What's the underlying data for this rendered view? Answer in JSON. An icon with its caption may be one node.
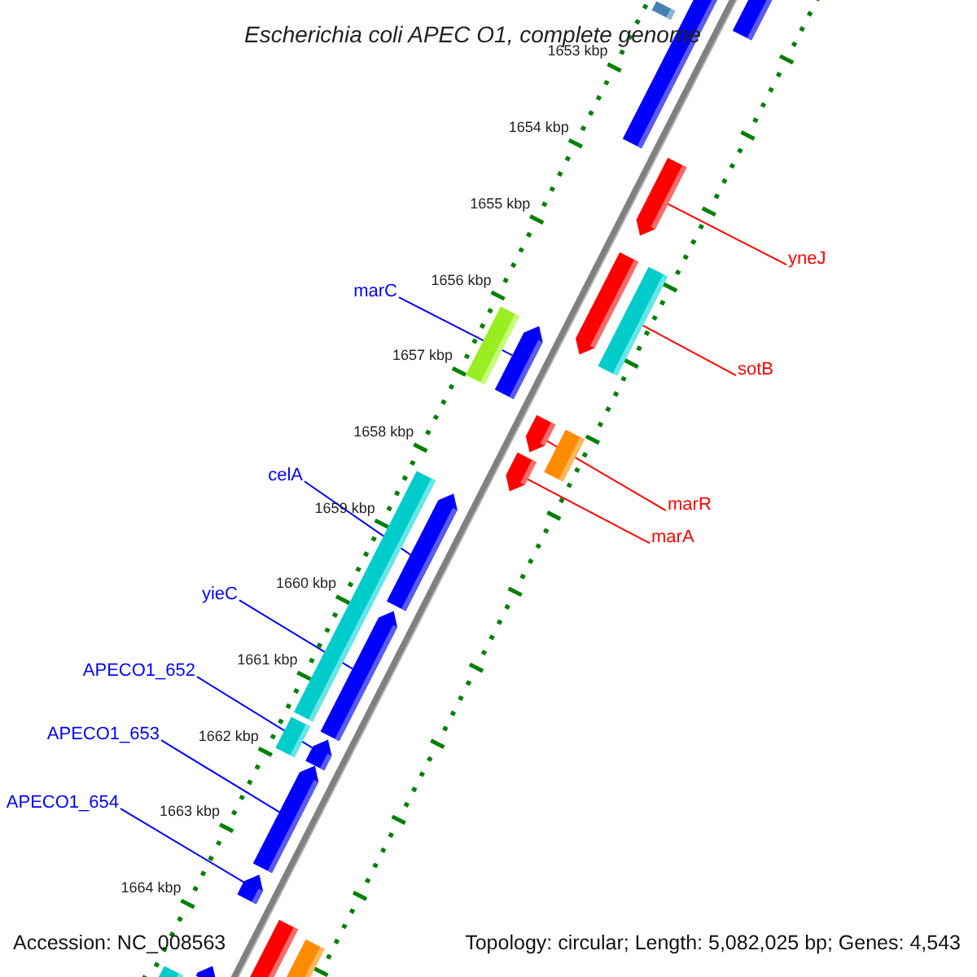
{
  "diagram": {
    "title": "Escherichia coli APEC O1, complete genome",
    "nodes": [
      {
        "text": [
          "yneJ"
        ]
      },
      {
        "text": [
          "marC"
        ]
      },
      {
        "text": [
          "sotB"
        ]
      },
      {
        "text": [
          "celA"
        ]
      },
      {
        "text": [
          "marR"
        ]
      },
      {
        "text": [
          "marA"
        ]
      },
      {
        "text": [
          "yieC"
        ]
      },
      {
        "text": [
          "APECO1_652"
        ]
      },
      {
        "text": [
          "APECO1_653"
        ]
      },
      {
        "text": [
          "APECO1_654"
        ]
      },
      {
        "text": [],
        "shape": "bar"
      },
      {
        "text": [],
        "shape": "bar"
      },
      {
        "text": [],
        "shape": "bar"
      },
      {
        "text": [],
        "shape": "bar"
      },
      {
        "text": [],
        "shape": "bar"
      },
      {
        "text": [],
        "shape": "bar"
      },
      {
        "text": [],
        "shape": "bar"
      },
      {
        "text": [],
        "shape": "bar"
      },
      {
        "text": [],
        "shape": "bar"
      },
      {
        "text": [],
        "shape": "bar"
      },
      {
        "text": [],
        "shape": "bar"
      },
      {
        "text": [],
        "shape": "bar"
      },
      {
        "text": [],
        "shape": "bar"
      },
      {
        "text": [],
        "shape": "bar"
      },
      {
        "text": [],
        "shape": "bar"
      },
      {
        "text": [],
        "shape": "bar"
      },
      {
        "text": [],
        "shape": "bar"
      },
      {
        "text": [],
        "shape": "bar"
      },
      {
        "text": [],
        "shape": "bar"
      },
      {
        "text": [],
        "shape": "bar"
      },
      {
        "text": [],
        "shape": "bar"
      },
      {
        "text": [],
        "shape": "bar"
      },
      {
        "text": [],
        "shape": "bar"
      },
      {
        "text": [],
        "shape": "bar"
      },
      {
        "text": [],
        "shape": "bar"
      }
    ],
    "edges": [
      {
        "from": 0,
        "to": 10,
        "arrow": "none",
        "color": "#ff0000"
      },
      {
        "from": 1,
        "to": 11,
        "arrow": "none"
      },
      {
        "from": 2,
        "to": 12,
        "arrow": "none",
        "color": "#ff0000"
      },
      {
        "from": 3,
        "to": 13,
        "arrow": "none"
      },
      {
        "from": 4,
        "to": 14,
        "arrow": "none",
        "color": "#ff0000"
      },
      {
        "from": 5,
        "to": 15,
        "arrow": "none",
        "color": "#ff0000"
      },
      {
        "from": 6,
        "to": 16,
        "arrow": "none"
      },
      {
        "from": 7,
        "to": 17,
        "arrow": "none"
      },
      {
        "from": 8,
        "to": 18,
        "arrow": "none"
      },
      {
        "from": 9,
        "to": 19,
        "arrow": "none"
      }
    ],
    "labels": [
      "1653 kbp",
      "1654 kbp",
      "1655 kbp",
      "1656 kbp",
      "1657 kbp",
      "1658 kbp",
      "1659 kbp",
      "1660 kbp",
      "1661 kbp",
      "1662 kbp",
      "1663 kbp",
      "1664 kbp",
      "Accession: NC_008563",
      "Topology: circular; Length: 5,082,025 bp; Genes: 4,543"
    ]
  }
}
